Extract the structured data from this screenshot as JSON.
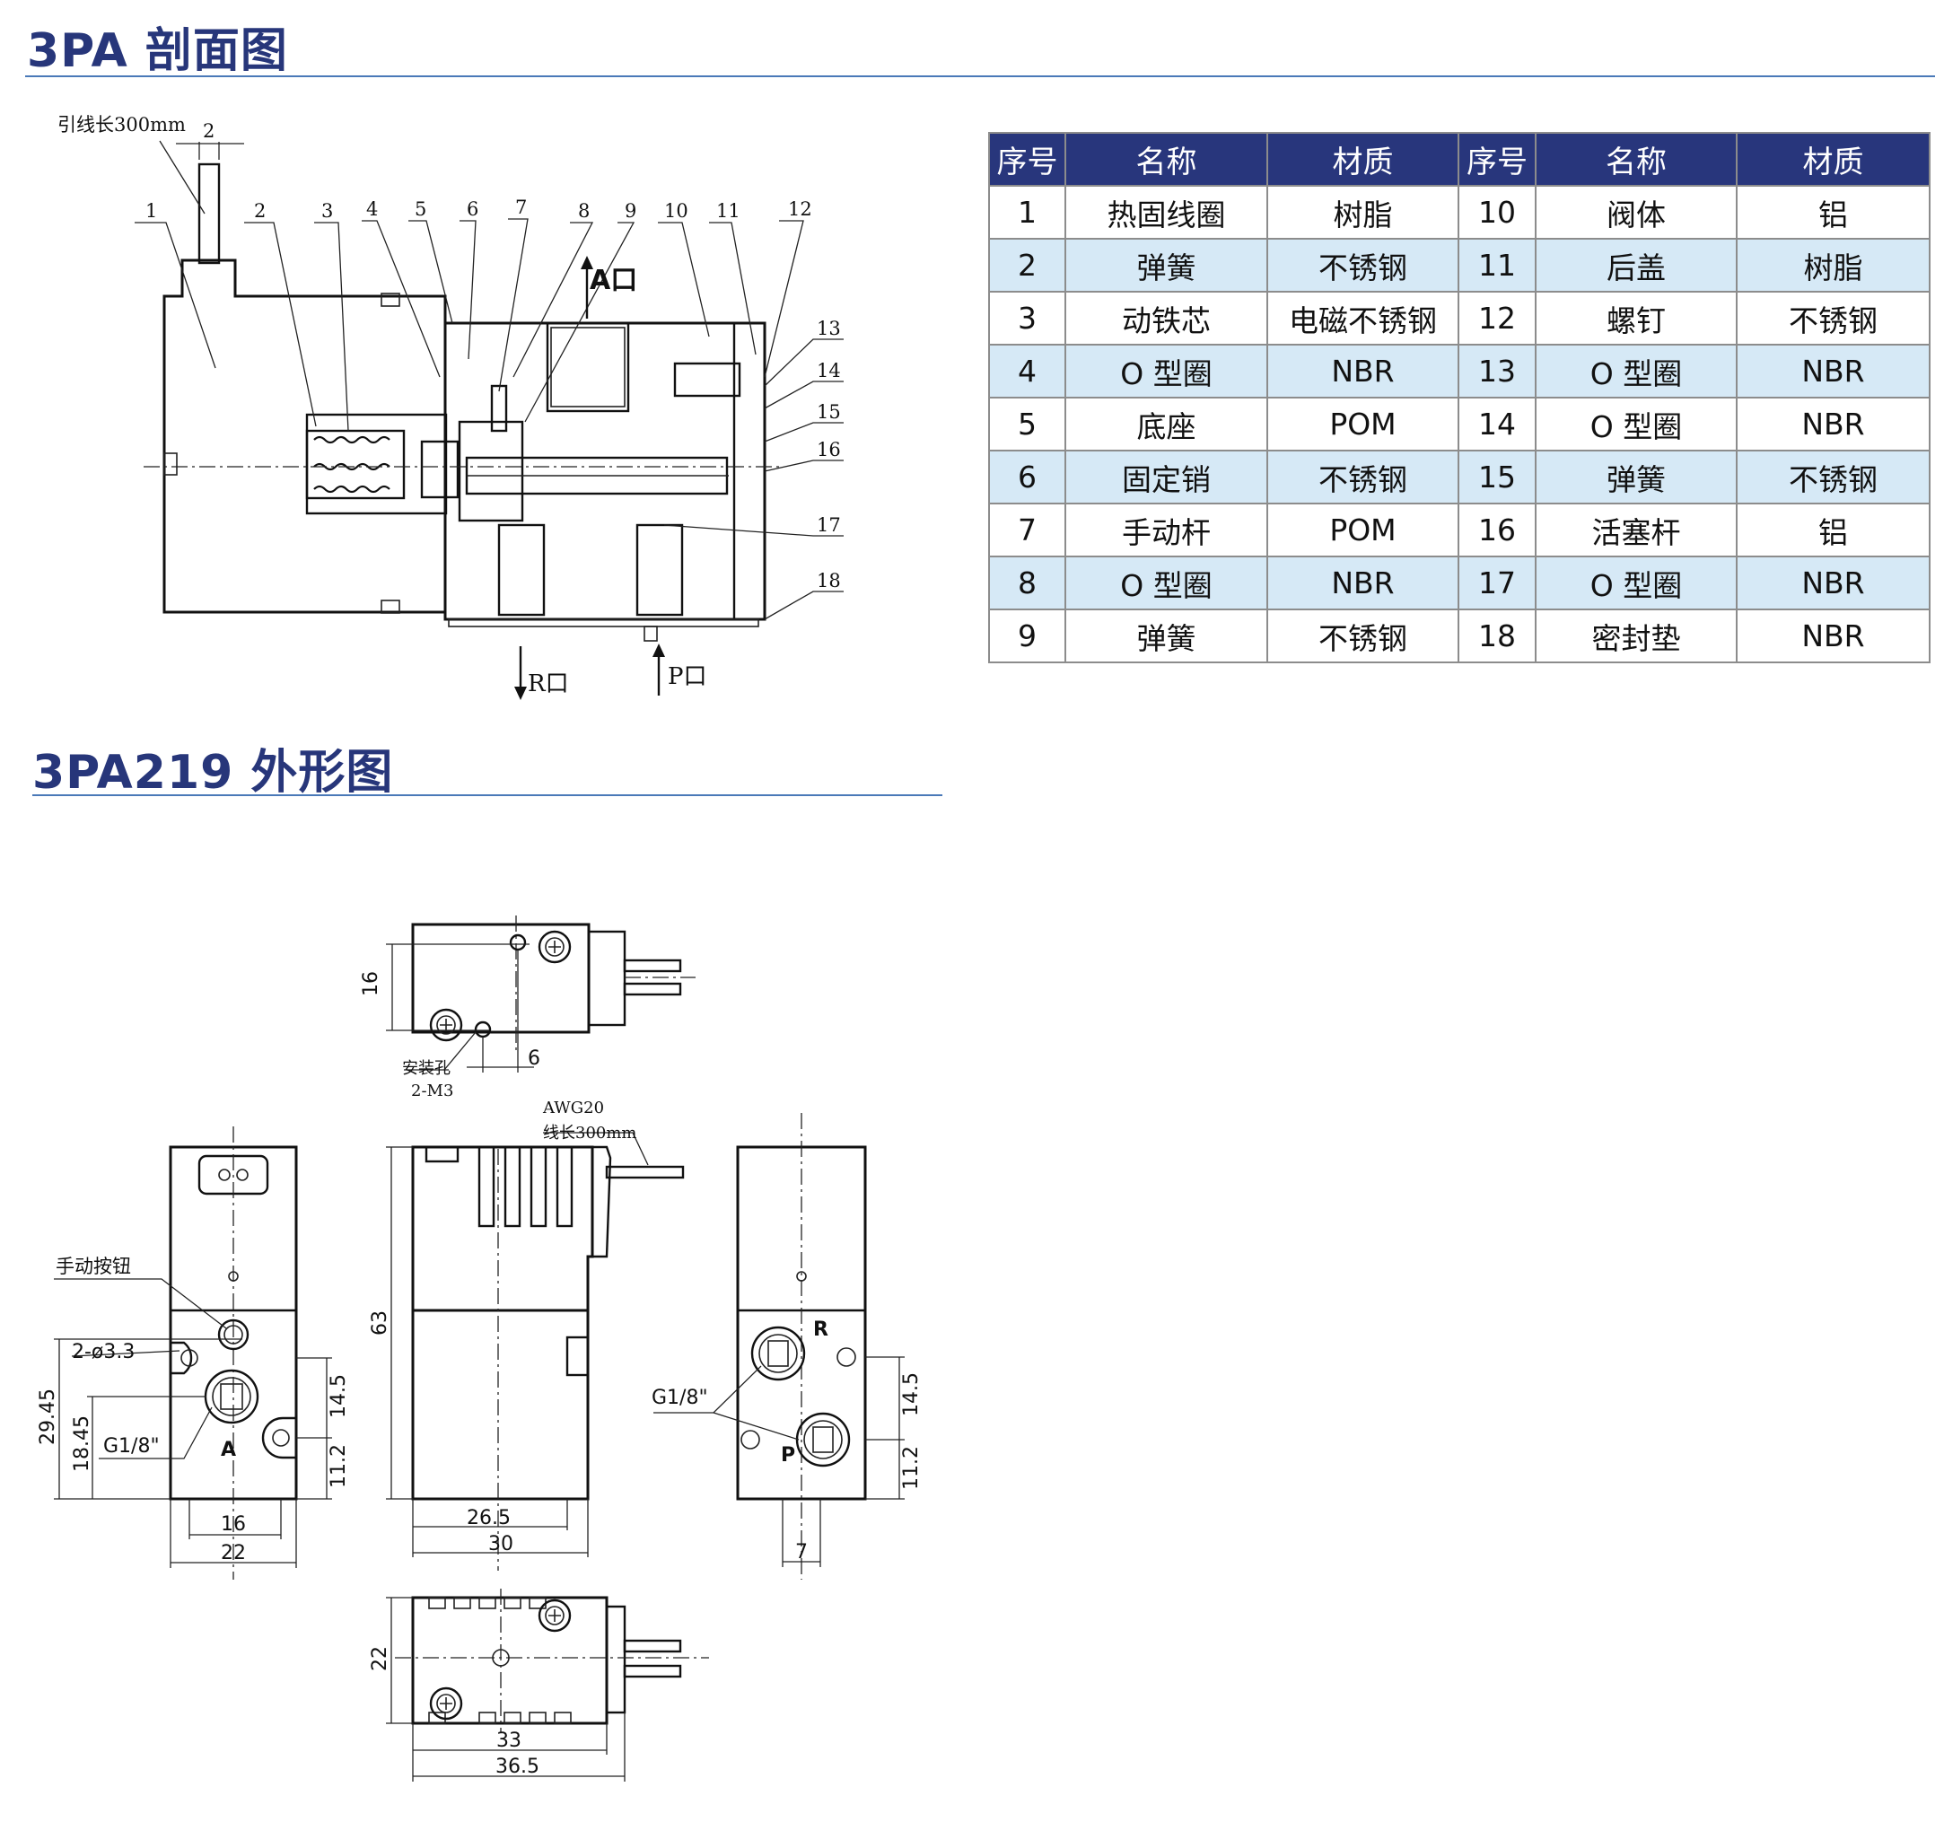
{
  "section1": {
    "title": "3PA 剖面图"
  },
  "section2": {
    "title": "3PA219 外形图"
  },
  "table": {
    "headers": [
      "序号",
      "名称",
      "材质",
      "序号",
      "名称",
      "材质"
    ],
    "rows": [
      [
        "1",
        "热固线圈",
        "树脂",
        "10",
        "阀体",
        "铝"
      ],
      [
        "2",
        "弹簧",
        "不锈钢",
        "11",
        "后盖",
        "树脂"
      ],
      [
        "3",
        "动铁芯",
        "电磁不锈钢",
        "12",
        "螺钉",
        "不锈钢"
      ],
      [
        "4",
        "O 型圈",
        "NBR",
        "13",
        "O 型圈",
        "NBR"
      ],
      [
        "5",
        "底座",
        "POM",
        "14",
        "O 型圈",
        "NBR"
      ],
      [
        "6",
        "固定销",
        "不锈钢",
        "15",
        "弹簧",
        "不锈钢"
      ],
      [
        "7",
        "手动杆",
        "POM",
        "16",
        "活塞杆",
        "铝"
      ],
      [
        "8",
        "O 型圈",
        "NBR",
        "17",
        "O 型圈",
        "NBR"
      ],
      [
        "9",
        "弹簧",
        "不锈钢",
        "18",
        "密封垫",
        "NBR"
      ]
    ]
  },
  "section_view": {
    "lead_label": "引线长300mm",
    "lead_dim": "2",
    "port_a": "A口",
    "port_r": "R口",
    "port_p": "P口",
    "callouts": [
      "1",
      "2",
      "3",
      "4",
      "5",
      "6",
      "7",
      "8",
      "9",
      "10",
      "11",
      "12",
      "13",
      "14",
      "15",
      "16",
      "17",
      "18"
    ]
  },
  "outline": {
    "mount_hole_label": "安装孔",
    "mount_hole_spec": "2-M3",
    "wire_gauge": "AWG20",
    "wire_length": "线长300mm",
    "manual_button": "手动按钮",
    "hole_spec": "2-ø3.3",
    "thread_spec": "G1/8\"",
    "port_a": "A",
    "port_r": "R",
    "port_p": "P",
    "dims": {
      "top_16": "16",
      "top_6": "6",
      "left_29_45": "29.45",
      "left_18_45": "18.45",
      "left_14_5": "14.5",
      "left_11_2": "11.2",
      "left_16": "16",
      "left_22": "22",
      "mid_63": "63",
      "mid_26_5": "26.5",
      "mid_30": "30",
      "right_14_5": "14.5",
      "right_11_2": "11.2",
      "right_7": "7",
      "bottom_22": "22",
      "bottom_33": "33",
      "bottom_36_5": "36.5"
    }
  }
}
